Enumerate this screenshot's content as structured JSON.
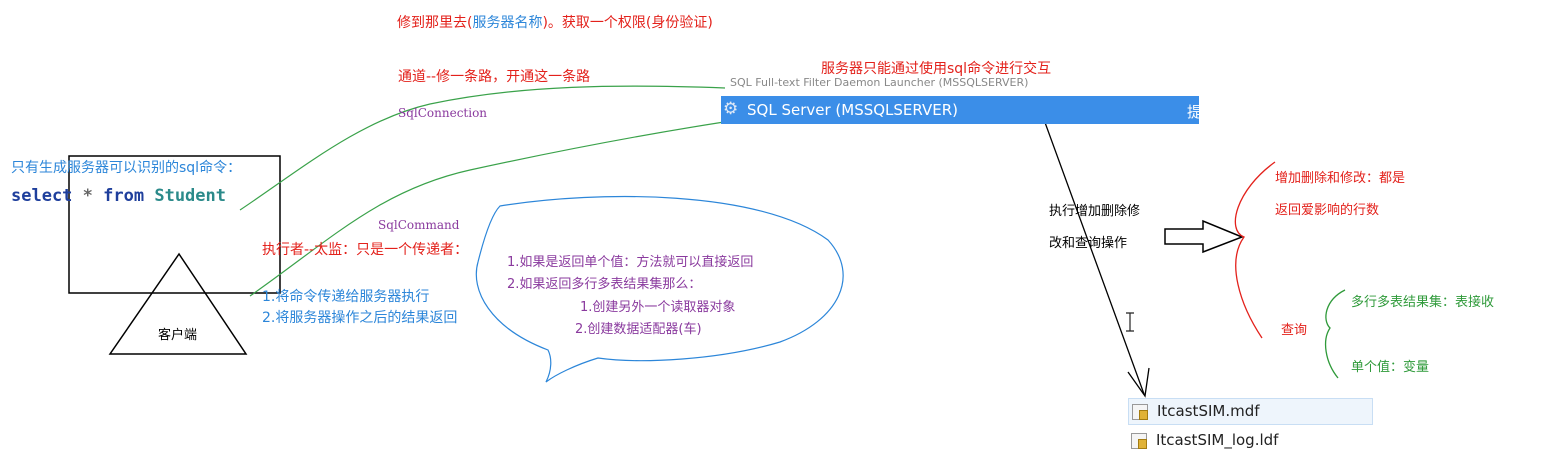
{
  "top_note": {
    "prefix": "修到那里去(",
    "server_name": "服务器名称",
    "suffix": ")。获取一个权限(身份验证)"
  },
  "channel_note": "通道--修一条路，开通这一条路",
  "server_note": "服务器只能通过使用sql命令进行交互",
  "sql_connection": "SqlConnection",
  "sql_command": "SqlCommand",
  "sql_note": "只有生成服务器可以识别的sql命令：",
  "sql_code": {
    "select": "select",
    "star": " * ",
    "from": "from",
    "table": "Student"
  },
  "client_label": "客户端",
  "executor": {
    "title": "执行者--太监：只是一个传递者：",
    "step1": "1.将命令传递给服务器执行",
    "step2": "2.将服务器操作之后的结果返回"
  },
  "bubble": {
    "line1": "1.如果是返回单个值：方法就可以直接返回",
    "line2": "2.如果返回多行多表结果集那么：",
    "line3": "1.创建另外一个读取器对象",
    "line4": "2.创建数据适配器(车)"
  },
  "service": {
    "above_row": "SQL Full-text Filter Daemon Launcher (MSSQLSERVER)",
    "name": "SQL Server (MSSQLSERVER)",
    "trail": "提"
  },
  "exec_ops": {
    "line1": "执行增加删除修",
    "line2": "改和查询操作"
  },
  "result_modify": {
    "line1": "增加删除和修改：都是",
    "line2": "返回爱影响的行数"
  },
  "query_label": "查询",
  "query_multi": "多行多表结果集：表接收",
  "query_single": "单个值：变量",
  "files": [
    {
      "name": "ItcastSIM.mdf"
    },
    {
      "name": "ItcastSIM_log.ldf"
    }
  ],
  "colors": {
    "red": "#e3211b",
    "blue": "#2c86d9",
    "purple": "#8a3a9e",
    "green": "#2f9a3a",
    "selection": "#3b8ee8"
  }
}
